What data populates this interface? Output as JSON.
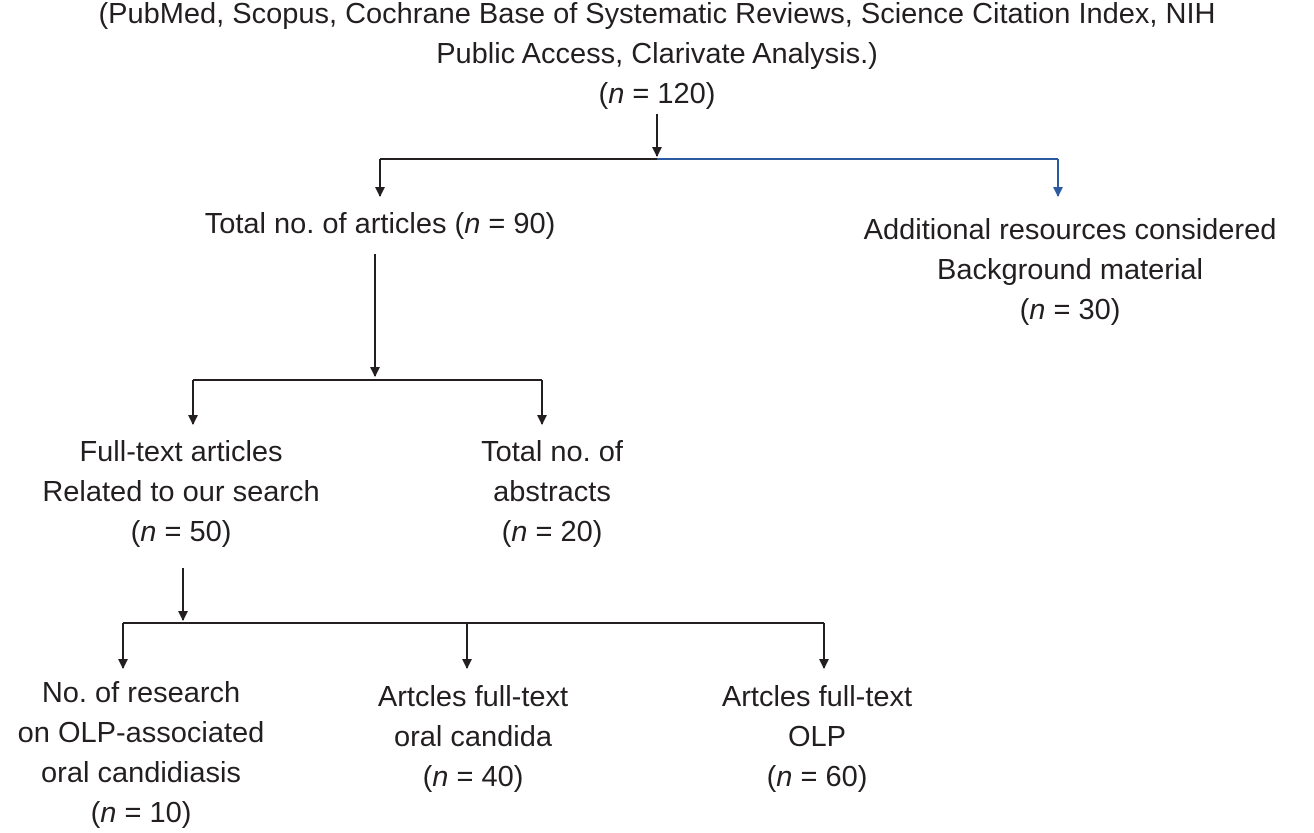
{
  "diagram": {
    "nodes": {
      "sources": {
        "lines": [
          "(PubMed, Scopus, Cochrane Base of Systematic  Reviews, Science Citation Index, NIH",
          "Public Access, Clarivate Analysis.)"
        ],
        "count": {
          "open": "(",
          "n": "n",
          "eq": " = 120)"
        }
      },
      "total_articles": {
        "text": "Total no. of articles ",
        "count": {
          "open": "(",
          "n": "n",
          "eq": " = 90)"
        }
      },
      "additional": {
        "lines": [
          "Additional resources considered",
          "Background material"
        ],
        "count": {
          "open": "(",
          "n": "n",
          "eq": " = 30)"
        }
      },
      "full_text": {
        "lines": [
          "Full-text articles",
          "Related to our search"
        ],
        "count": {
          "open": "(",
          "n": "n",
          "eq": " = 50)"
        }
      },
      "abstracts": {
        "lines": [
          "Total no. of",
          "abstracts"
        ],
        "count": {
          "open": "(",
          "n": "n",
          "eq": " = 20)"
        }
      },
      "olp_candidiasis": {
        "lines": [
          "No. of research",
          "on OLP-associated",
          "oral candidiasis"
        ],
        "count": {
          "open": "(",
          "n": "n",
          "eq": " = 10)"
        }
      },
      "oral_candida": {
        "lines": [
          "Artcles full-text",
          "oral candida"
        ],
        "count": {
          "open": "(",
          "n": "n",
          "eq": " = 40)"
        }
      },
      "olp": {
        "lines": [
          "Artcles full-text",
          "OLP"
        ],
        "count": {
          "open": "(",
          "n": "n",
          "eq": " = 60)"
        }
      }
    },
    "colors": {
      "text": "#231f20",
      "line": "#231f20",
      "accent_line": "#2b5aa0"
    }
  }
}
